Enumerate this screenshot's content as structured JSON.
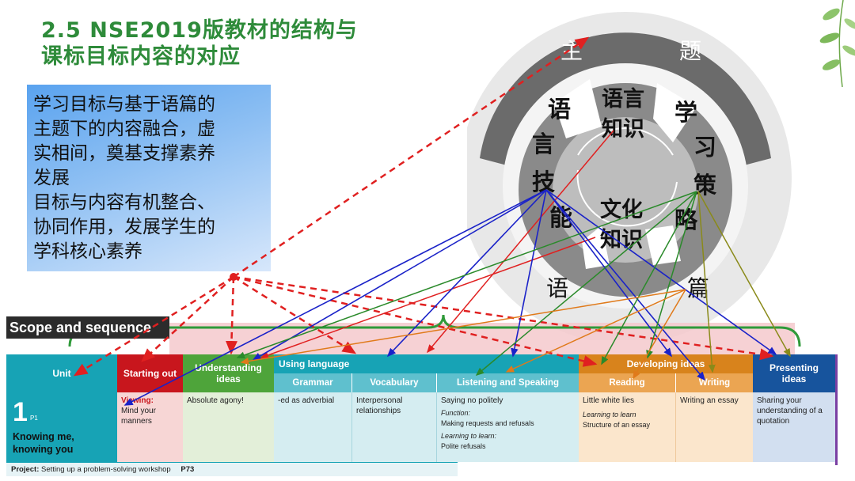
{
  "title": "2.5 NSE2019版教材的结构与\n课标目标内容的对应",
  "box_text": "学习目标与基于语篇的\n主题下的内容融合，虚\n实相间，奠基支撑素养\n发展\n目标与内容有机整合、\n协同作用，发展学生的\n学科核心素养",
  "circle": {
    "outer": [
      "主",
      "题"
    ],
    "left_vertical": [
      "语",
      "言",
      "技",
      "能"
    ],
    "right_vertical": [
      "学",
      "习",
      "策",
      "略"
    ],
    "top_center": [
      "语言",
      "知识"
    ],
    "bottom_center": [
      "文化",
      "知识"
    ],
    "bottom_outer": [
      "语",
      "篇"
    ]
  },
  "scope_label": "Scope and sequence",
  "table": {
    "headers": {
      "unit": "Unit",
      "starting_out": "Starting out",
      "understanding": "Understanding ideas",
      "using_language": "Using language",
      "grammar": "Grammar",
      "vocabulary": "Vocabulary",
      "listening": "Listening and Speaking",
      "developing": "Developing ideas",
      "reading": "Reading",
      "writing": "Writing",
      "presenting": "Presenting ideas"
    },
    "row": {
      "unit_number": "1",
      "page": "P1",
      "unit_title": "Knowing me,\nknowing you",
      "starting_out_label": "Viewing:",
      "starting_out_text": "Mind your\nmanners",
      "understanding": "Absolute agony!",
      "grammar": "-ed as adverbial",
      "vocabulary": "Interpersonal\nrelationships",
      "listening_main": "Saying no politely",
      "listening_function_label": "Function:",
      "listening_function": "Making requests and refusals",
      "listening_learn_label": "Learning to learn:",
      "listening_learn": "Polite refusals",
      "reading_main": "Little white lies",
      "reading_learn_label": "Learning to learn",
      "reading_learn": "Structure of an essay",
      "writing": "Writing an essay",
      "presenting": "Sharing your\nunderstanding of a\nquotation"
    },
    "project_label": "Project:",
    "project_text": "Setting up a problem-solving workshop",
    "project_page": "P73"
  },
  "colors": {
    "title_green": "#2e8b3a",
    "teal": "#17a3b5",
    "red": "#c8161d",
    "green": "#4ea43a",
    "orange": "#d8831c",
    "navy": "#17549d",
    "purple": "#7a3fa3"
  }
}
